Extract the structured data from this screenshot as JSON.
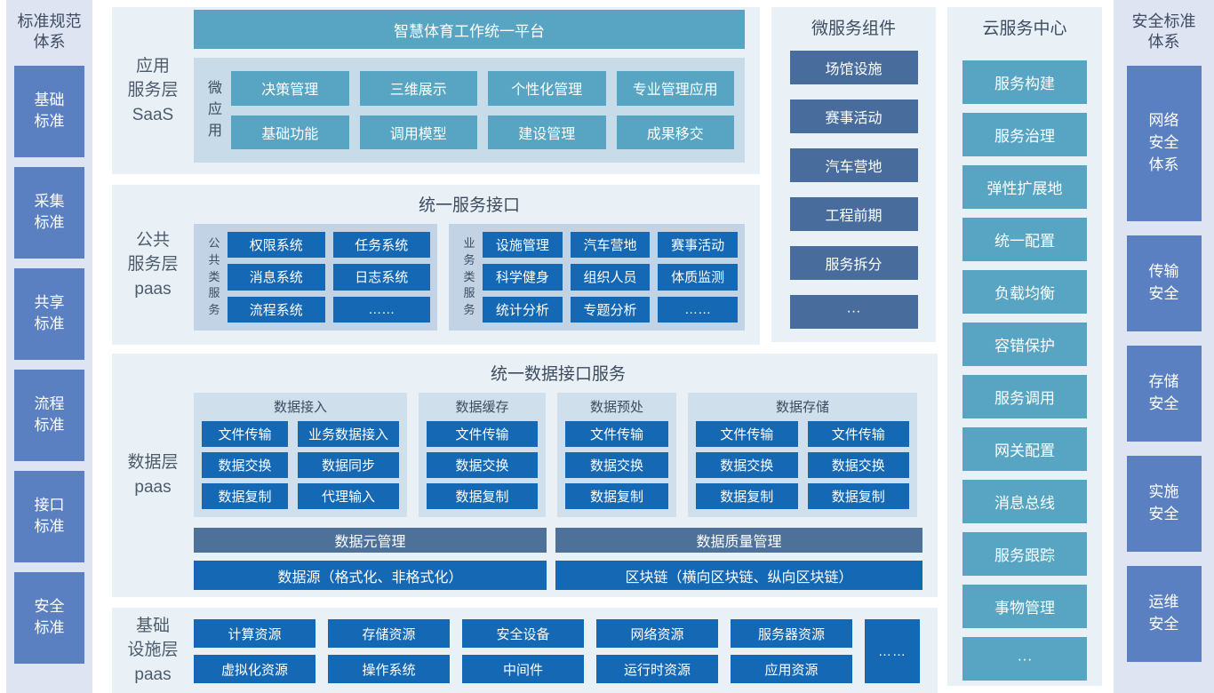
{
  "colors": {
    "teal": "#57a5c3",
    "bright_blue": "#1568b3",
    "slate_blue": "#486d9c",
    "steel_bar": "#4e7199",
    "sidebar_box_blue": "#5b80c2",
    "sidebar_bg": "#dfe4f2",
    "panel_bg": "#e9f1f6",
    "saas_inner_bg": "#c8dbe9",
    "public_group_bg": "#c3d3e6",
    "data_group_bg": "#cfe0ec"
  },
  "left_sidebar": {
    "title": "标准规范体系",
    "items": [
      "基础标准",
      "采集标准",
      "共享标准",
      "流程标准",
      "接口标准",
      "安全标准"
    ]
  },
  "saas": {
    "layer_label": "应用\n服务层\nSaaS",
    "banner": "智慧体育工作统一平台",
    "group_label": "微应用",
    "row1": [
      "决策管理",
      "三维展示",
      "个性化管理",
      "专业管理应用"
    ],
    "row2": [
      "基础功能",
      "调用模型",
      "建设管理",
      "成果移交"
    ]
  },
  "public_layer": {
    "layer_label": "公共\n服务层\npaas",
    "title": "统一服务接口",
    "group1": {
      "label": "公共类服务",
      "row1": [
        "权限系统",
        "任务系统"
      ],
      "row2": [
        "消息系统",
        "日志系统"
      ],
      "row3": [
        "流程系统",
        "……"
      ]
    },
    "group2": {
      "label": "业务类服务",
      "row1": [
        "设施管理",
        "汽车营地",
        "赛事活动"
      ],
      "row2": [
        "科学健身",
        "组织人员",
        "体质监测"
      ],
      "row3": [
        "统计分析",
        "专题分析",
        "……"
      ]
    }
  },
  "data_layer": {
    "layer_label": "数据层\npaas",
    "title": "统一数据接口服务",
    "group1": {
      "label": "数据接入",
      "row1": [
        "文件传输",
        "业务数据接入"
      ],
      "row2": [
        "数据交换",
        "数据同步"
      ],
      "row3": [
        "数据复制",
        "代理输入"
      ]
    },
    "group2": {
      "label": "数据缓存",
      "rows": [
        "文件传输",
        "数据交换",
        "数据复制"
      ]
    },
    "group3": {
      "label": "数据预处",
      "rows": [
        "文件传输",
        "数据交换",
        "数据复制"
      ]
    },
    "group4": {
      "label": "数据存储",
      "row1": [
        "文件传输",
        "文件传输"
      ],
      "row2": [
        "数据交换",
        "数据交换"
      ],
      "row3": [
        "数据复制",
        "数据复制"
      ]
    },
    "bar_meta": "数据元管理",
    "bar_quality": "数据质量管理",
    "bar_source": "数据源（格式化、非格式化）",
    "bar_blockchain": "区块链（横向区块链、纵向区块链）"
  },
  "infra": {
    "layer_label": "基础\n设施层\npaas",
    "row1": [
      "计算资源",
      "存储资源",
      "安全设备",
      "网络资源",
      "服务器资源"
    ],
    "row2": [
      "虚拟化资源",
      "操作系统",
      "中间件",
      "运行时资源",
      "应用资源"
    ],
    "more": "……"
  },
  "microservices": {
    "title": "微服务组件",
    "items": [
      "场馆设施",
      "赛事活动",
      "汽车营地",
      "工程前期",
      "服务拆分",
      "···"
    ]
  },
  "cloud": {
    "title": "云服务中心",
    "items": [
      "服务构建",
      "服务治理",
      "弹性扩展地",
      "统一配置",
      "负载均衡",
      "容错保护",
      "服务调用",
      "网关配置",
      "消息总线",
      "服务跟踪",
      "事物管理",
      "···"
    ]
  },
  "right_sidebar": {
    "title": "安全标准体系",
    "items": [
      "网络安全体系",
      "传输安全",
      "存储安全",
      "实施安全",
      "运维安全"
    ]
  }
}
